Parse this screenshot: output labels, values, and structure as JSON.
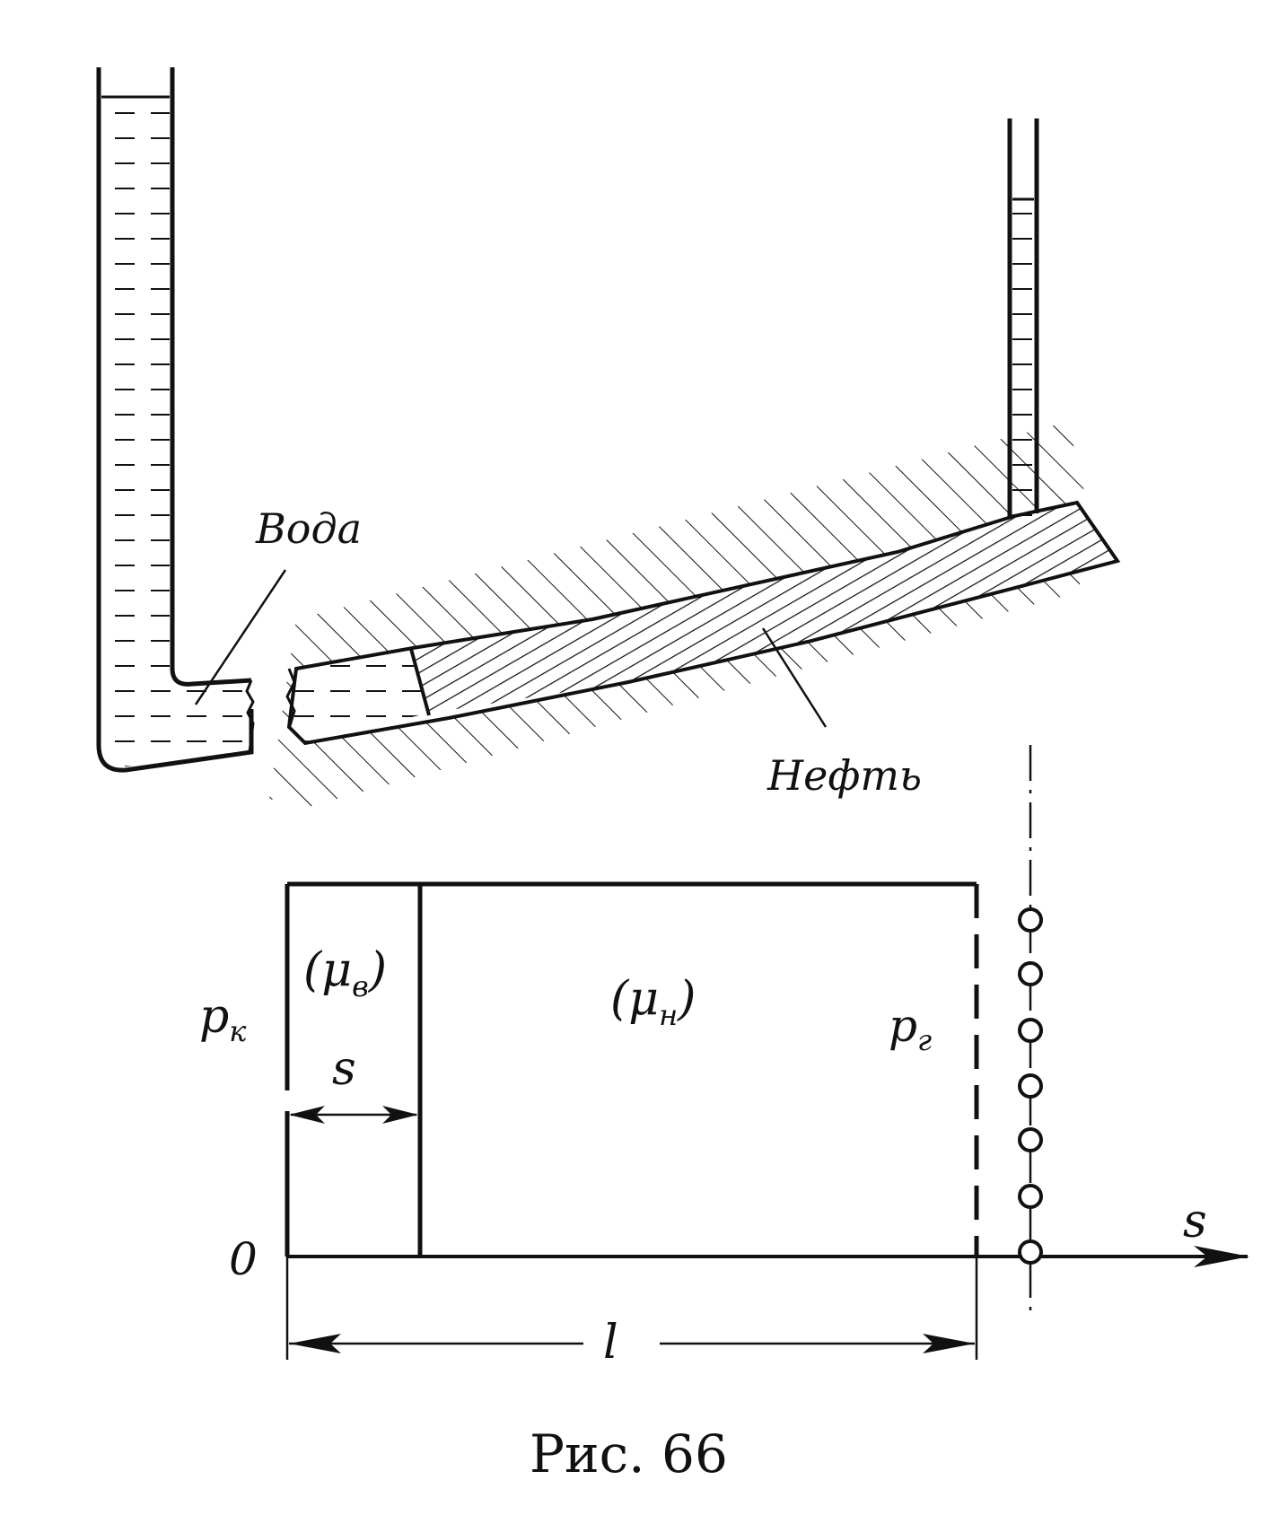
{
  "labels": {
    "water": "Вода",
    "oil": "Нефть",
    "mu_water_prefix": "(μ",
    "mu_water_sub": "в",
    "mu_water_suffix": ")",
    "mu_oil_prefix": "(μ",
    "mu_oil_sub": "н",
    "mu_oil_suffix": ")",
    "p_k_main": "p",
    "p_k_sub": "к",
    "p_g_main": "p",
    "p_g_sub": "г",
    "s_front": "s",
    "s_axis": "s",
    "origin": "0",
    "length": "l"
  },
  "caption": "Рис. 66",
  "colors": {
    "ink": "#111111",
    "paper": "#ffffff"
  }
}
